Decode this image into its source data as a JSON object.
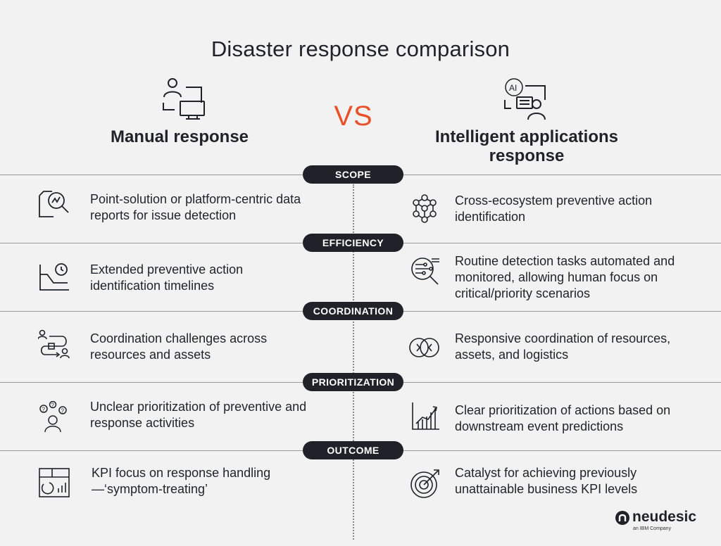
{
  "title": "Disaster response comparison",
  "vs": "VS",
  "left_heading": "Manual response",
  "right_heading": "Intelligent applications response",
  "sections": [
    {
      "label": "SCOPE",
      "left": "Point-solution or platform-centric data reports for issue detection",
      "right": "Cross-ecosystem preventive action identification",
      "left_icon": "report-magnifier-icon",
      "right_icon": "network-nodes-icon"
    },
    {
      "label": "EFFICIENCY",
      "left": "Extended preventive action identification timelines",
      "right": "Routine detection tasks automated and monitored, allowing human focus on critical/priority scenarios",
      "left_icon": "timeline-clock-icon",
      "right_icon": "automation-magnifier-icon"
    },
    {
      "label": "COORDINATION",
      "left": "Coordination challenges across resources and assets",
      "right": "Responsive coordination of resources, assets, and logistics",
      "left_icon": "people-flow-icon",
      "right_icon": "cycle-arrows-icon"
    },
    {
      "label": "PRIORITIZATION",
      "left": "Unclear prioritization of preventive and response activities",
      "right": "Clear prioritization of actions based on downstream event predictions",
      "left_icon": "person-questions-icon",
      "right_icon": "bar-chart-trend-icon"
    },
    {
      "label": "OUTCOME",
      "left": "KPI focus on response handling—‘symptom-treating’",
      "right": "Catalyst for achieving previously unattainable business KPI levels",
      "left_icon": "dashboard-icon",
      "right_icon": "target-arrow-icon"
    }
  ],
  "hero_left_icon": "person-computer-icon",
  "hero_right_icon": "ai-person-icon",
  "hero_ai_text": "AI",
  "logo": {
    "name": "neudesic",
    "tagline": "an IBM Company",
    "icon": "neudesic-logo-icon"
  },
  "colors": {
    "accent": "#e8512a",
    "pill": "#1f2329",
    "background": "#f2f2f2",
    "text": "#1f2329"
  }
}
